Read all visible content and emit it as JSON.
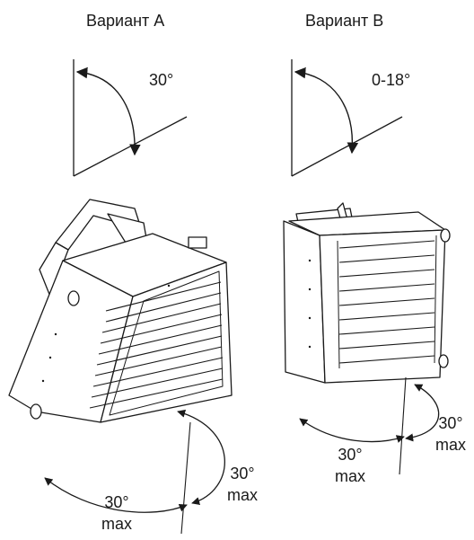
{
  "variants": [
    {
      "title": "Вариант А",
      "tilt_angle": "30°",
      "rotation": {
        "value": "30°",
        "unit": "max"
      },
      "swing": {
        "value": "30°",
        "unit": "max"
      }
    },
    {
      "title": "Вариант B",
      "tilt_angle": "0-18°",
      "rotation": {
        "value": "30°",
        "unit": "max"
      },
      "swing": {
        "value": "30°",
        "unit": "max"
      }
    }
  ],
  "colors": {
    "line": "#1a1a1a",
    "background": "#ffffff"
  }
}
